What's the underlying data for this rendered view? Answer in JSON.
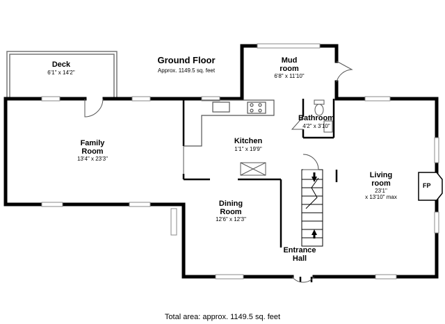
{
  "header": {
    "floor_title": "Ground Floor",
    "floor_area": "Approx. 1149.5 sq. feet"
  },
  "rooms": {
    "deck": {
      "name": "Deck",
      "dims": "6'1\" x 14'2\""
    },
    "mud_room": {
      "name_line1": "Mud",
      "name_line2": "room",
      "dims": "6'8\" x 11'10\""
    },
    "bathroom": {
      "name": "Bathroom",
      "dims": "4'2\" x 3'10\""
    },
    "family_room": {
      "name_line1": "Family",
      "name_line2": "Room",
      "dims": "13'4\" x 23'3\""
    },
    "kitchen": {
      "name": "Kitchen",
      "dims": "1'1\" x 19'9\""
    },
    "living_room": {
      "name_line1": "Living",
      "name_line2": "room",
      "dims_line1": "23'1\"",
      "dims_line2": "x 13'10\" max"
    },
    "dining_room": {
      "name_line1": "Dining",
      "name_line2": "Room",
      "dims": "12'6\" x 12'3\""
    },
    "entrance_hall": {
      "name_line1": "Entrance",
      "name_line2": "Hall"
    }
  },
  "fireplace_label": "FP",
  "footer": {
    "total_area": "Total area: approx. 1149.5 sq. feet"
  },
  "colors": {
    "wall": "#000000",
    "window": "#cfcfcf",
    "fixture": "#555555"
  }
}
